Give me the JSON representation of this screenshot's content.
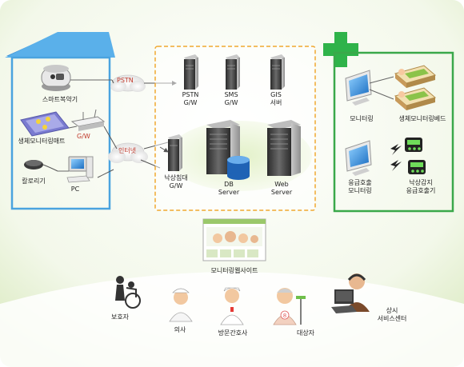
{
  "colors": {
    "home_border": "#4aa3df",
    "hospital_border": "#3aa84a",
    "server_border": "#f0a830",
    "cross": "#2fb34a",
    "network_label": "#c0392b",
    "background_green": "#e9f3d9"
  },
  "home": {
    "smart_medicine_box": "스마트복약기",
    "health_mat": "생체모니터링매트",
    "gw": "G/W",
    "calorie_meter": "칼로리기",
    "pc": "PC"
  },
  "network": {
    "pstn": "PSTN",
    "internet": "인터넷"
  },
  "servers": {
    "pstn_gw": [
      "PSTN",
      "G/W"
    ],
    "sms_gw": [
      "SMS",
      "G/W"
    ],
    "gis_server": [
      "GIS",
      "서버"
    ],
    "fall_gw": [
      "낙상침대",
      "G/W"
    ],
    "db_server": [
      "DB",
      "Server"
    ],
    "web_server": [
      "Web",
      "Server"
    ]
  },
  "hospital": {
    "monitoring": "모니터링",
    "monitoring_bed": "생체모니터링베드",
    "emergency_monitoring": [
      "응급호출",
      "모니터링"
    ],
    "fall_emergency": [
      "낙상감지",
      "응급호출기"
    ]
  },
  "website": {
    "label": "모니터링웹사이트"
  },
  "people": {
    "guardian": "보호자",
    "doctor": "의사",
    "visiting_nurse": "방문간호사",
    "subject": "대상자",
    "service_center": [
      "상시",
      "서비스센터"
    ]
  },
  "icons": [
    "house-outline",
    "medical-cross",
    "server-icon",
    "monitor-icon",
    "bed-icon",
    "alarm-device-icon",
    "database-icon",
    "laptop-icon",
    "router-icon",
    "scale-icon",
    "cloud-icon",
    "wheelchair-icon",
    "doctor-icon",
    "nurse-icon",
    "patient-icon",
    "operator-icon",
    "website-thumbnail"
  ]
}
